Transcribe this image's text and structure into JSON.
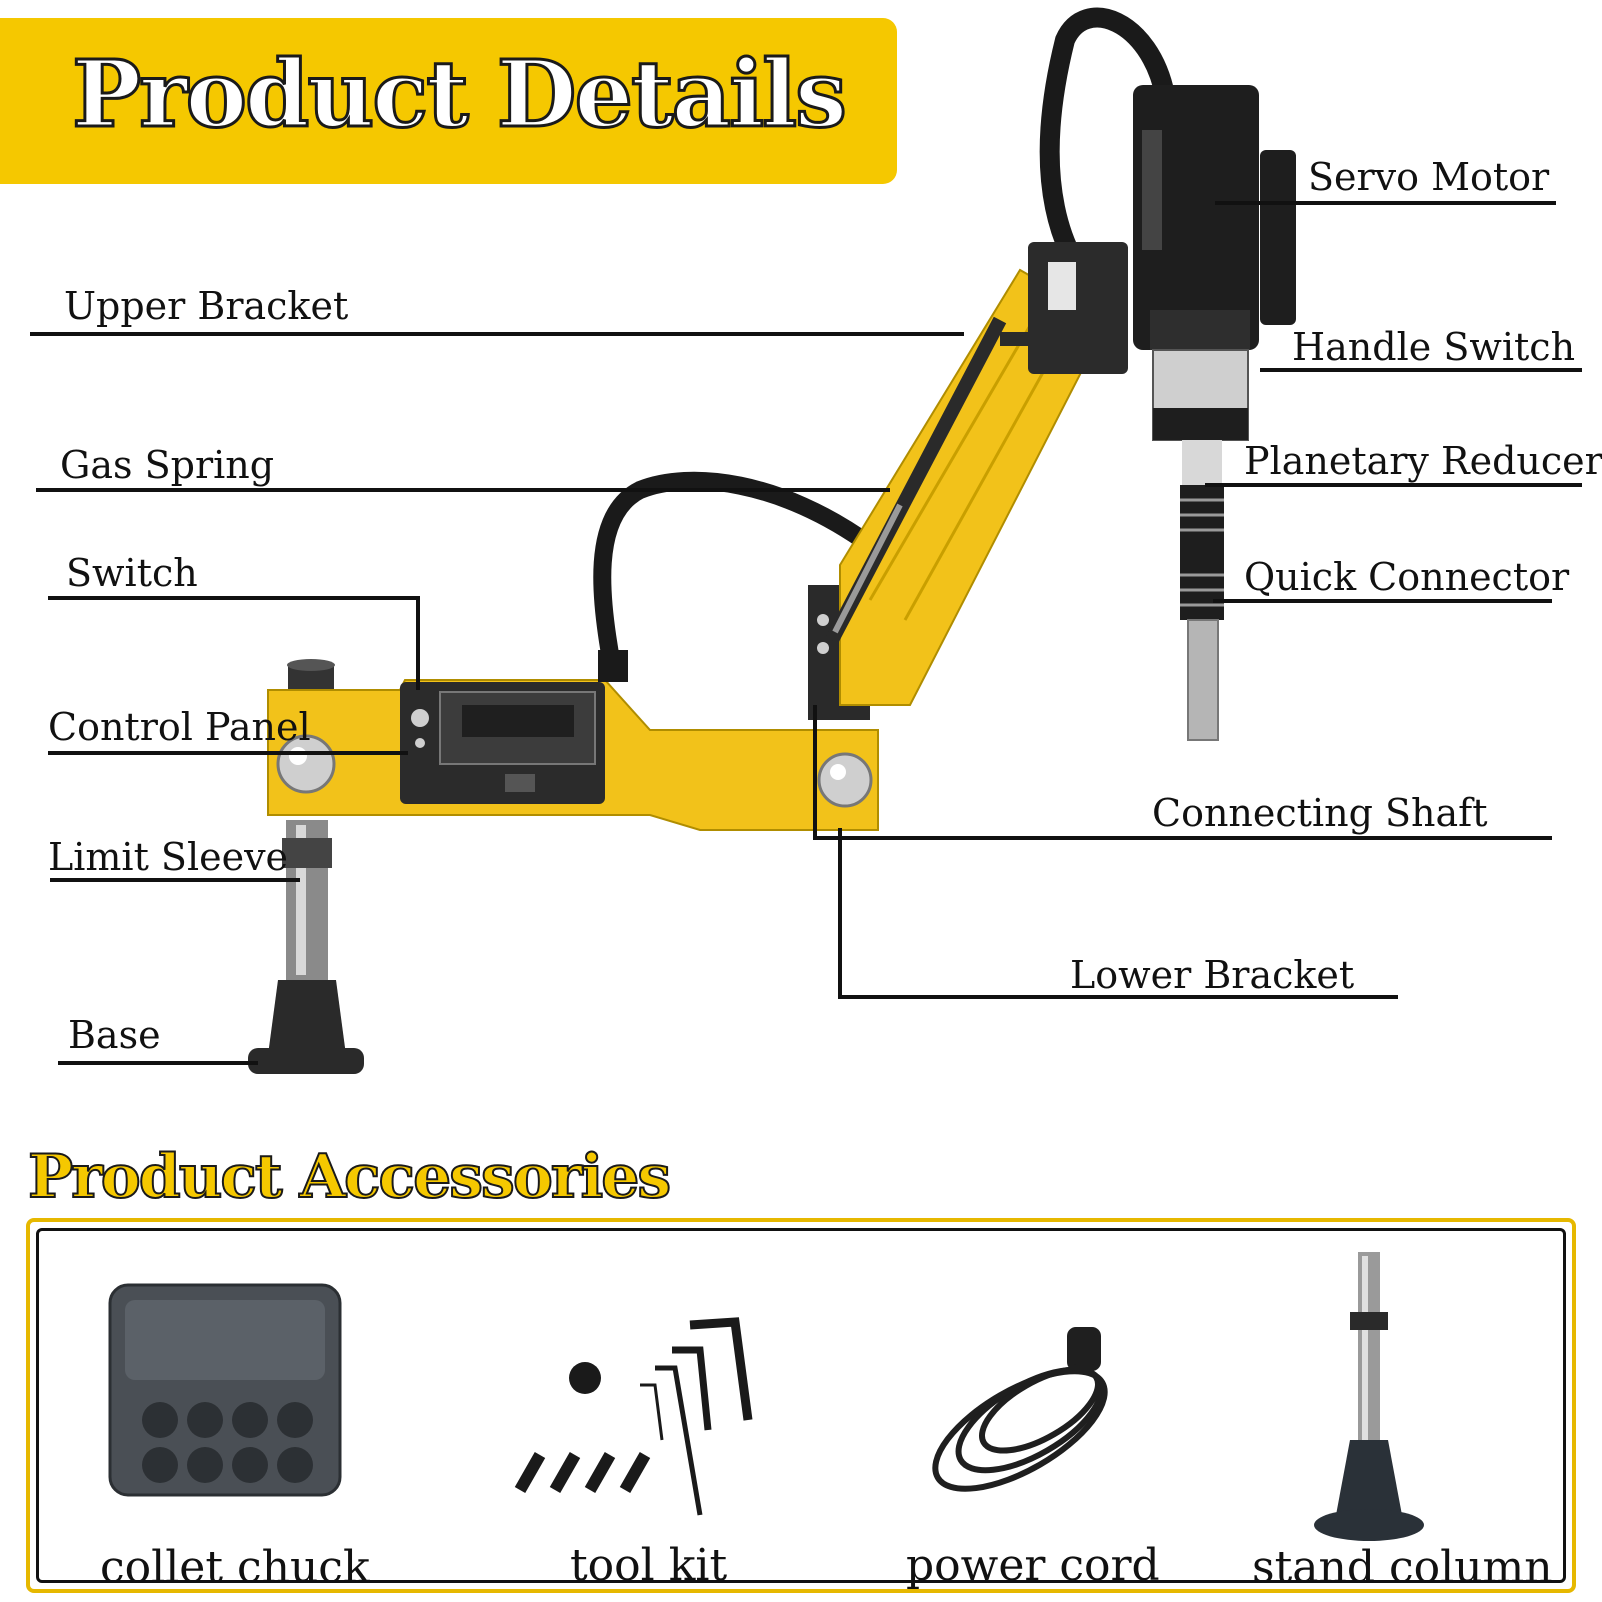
{
  "header": {
    "title": "Product Details"
  },
  "callouts": {
    "servo_motor": "Servo Motor",
    "upper_bracket": "Upper Bracket",
    "handle_switch": "Handle Switch",
    "gas_spring": "Gas Spring",
    "planetary_reducer": "Planetary Reducer",
    "switch": "Switch",
    "quick_connector": "Quick Connector",
    "control_panel": "Control Panel",
    "connecting_shaft": "Connecting Shaft",
    "limit_sleeve": "Limit Sleeve",
    "lower_bracket": "Lower Bracket",
    "base": "Base"
  },
  "accessories": {
    "title": "Product Accessories",
    "items": [
      {
        "label": "collet chuck"
      },
      {
        "label": "tool kit"
      },
      {
        "label": "power cord"
      },
      {
        "label": "stand column"
      }
    ]
  },
  "colors": {
    "accent": "#f5c800",
    "machine_yellow": "#f2c21a",
    "ink": "#111111"
  }
}
